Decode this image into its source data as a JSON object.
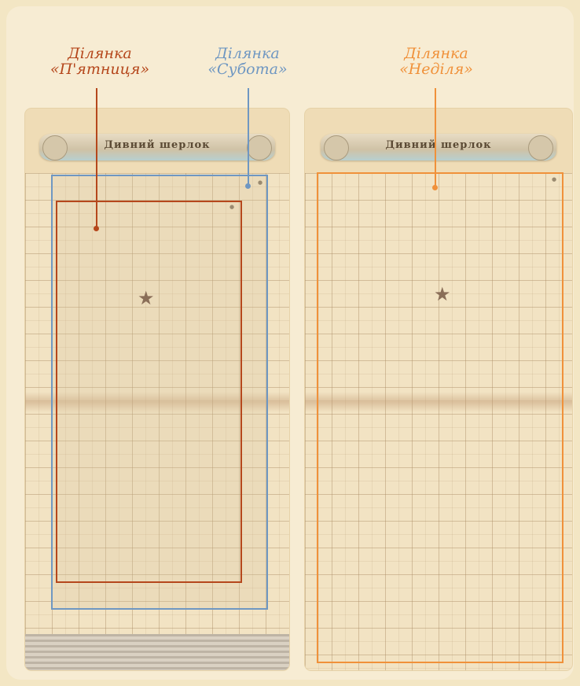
{
  "colors": {
    "friday": "#b5471c",
    "saturday": "#6f97c2",
    "sunday": "#f0913a"
  },
  "labels": {
    "friday": "Ділянка\n«П'ятниця»",
    "saturday": "Ділянка\n«Субота»",
    "sunday": "Ділянка\n«Неділя»"
  },
  "cards": {
    "left": {
      "banner_title": "Дивний шерлок",
      "icons": {
        "star": "star-icon"
      }
    },
    "right": {
      "banner_title": "Дивний шерлок",
      "icons": {
        "star": "star-icon"
      }
    }
  }
}
